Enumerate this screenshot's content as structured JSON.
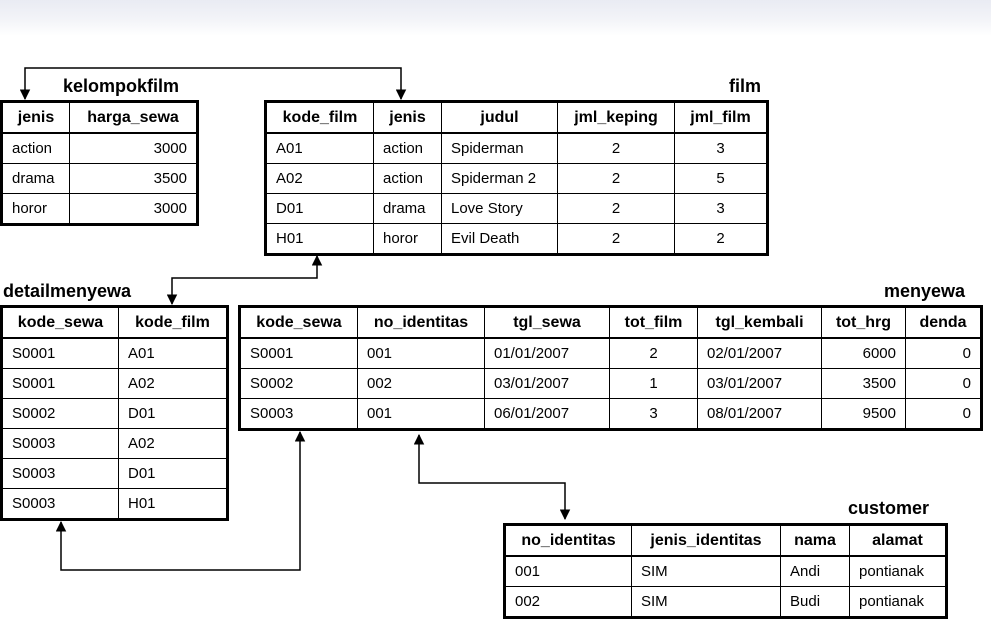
{
  "tables": {
    "kelompokfilm": {
      "title": "kelompokfilm",
      "columns": [
        "jenis",
        "harga_sewa"
      ],
      "rows": [
        [
          "action",
          "3000"
        ],
        [
          "drama",
          "3500"
        ],
        [
          "horor",
          "3000"
        ]
      ]
    },
    "film": {
      "title": "film",
      "columns": [
        "kode_film",
        "jenis",
        "judul",
        "jml_keping",
        "jml_film"
      ],
      "rows": [
        [
          "A01",
          "action",
          "Spiderman",
          "2",
          "3"
        ],
        [
          "A02",
          "action",
          "Spiderman 2",
          "2",
          "5"
        ],
        [
          "D01",
          "drama",
          "Love Story",
          "2",
          "3"
        ],
        [
          "H01",
          "horor",
          "Evil Death",
          "2",
          "2"
        ]
      ]
    },
    "detailmenyewa": {
      "title": "detailmenyewa",
      "columns": [
        "kode_sewa",
        "kode_film"
      ],
      "rows": [
        [
          "S0001",
          "A01"
        ],
        [
          "S0001",
          "A02"
        ],
        [
          "S0002",
          "D01"
        ],
        [
          "S0003",
          "A02"
        ],
        [
          "S0003",
          "D01"
        ],
        [
          "S0003",
          "H01"
        ]
      ]
    },
    "menyewa": {
      "title": "menyewa",
      "columns": [
        "kode_sewa",
        "no_identitas",
        "tgl_sewa",
        "tot_film",
        "tgl_kembali",
        "tot_hrg",
        "denda"
      ],
      "rows": [
        [
          "S0001",
          "001",
          "01/01/2007",
          "2",
          "02/01/2007",
          "6000",
          "0"
        ],
        [
          "S0002",
          "002",
          "03/01/2007",
          "1",
          "03/01/2007",
          "3500",
          "0"
        ],
        [
          "S0003",
          "001",
          "06/01/2007",
          "3",
          "08/01/2007",
          "9500",
          "0"
        ]
      ]
    },
    "customer": {
      "title": "customer",
      "columns": [
        "no_identitas",
        "jenis_identitas",
        "nama",
        "alamat"
      ],
      "rows": [
        [
          "001",
          "SIM",
          "Andi",
          "pontianak"
        ],
        [
          "002",
          "SIM",
          "Budi",
          "pontianak"
        ]
      ]
    }
  },
  "relationships": [
    {
      "from": "kelompokfilm.jenis",
      "to": "film.jenis"
    },
    {
      "from": "film.kode_film",
      "to": "detailmenyewa.kode_film"
    },
    {
      "from": "menyewa.kode_sewa",
      "to": "detailmenyewa.kode_sewa"
    },
    {
      "from": "menyewa.no_identitas",
      "to": "customer.no_identitas"
    }
  ],
  "colors": {
    "line": "#000000",
    "background": "#ffffff"
  }
}
